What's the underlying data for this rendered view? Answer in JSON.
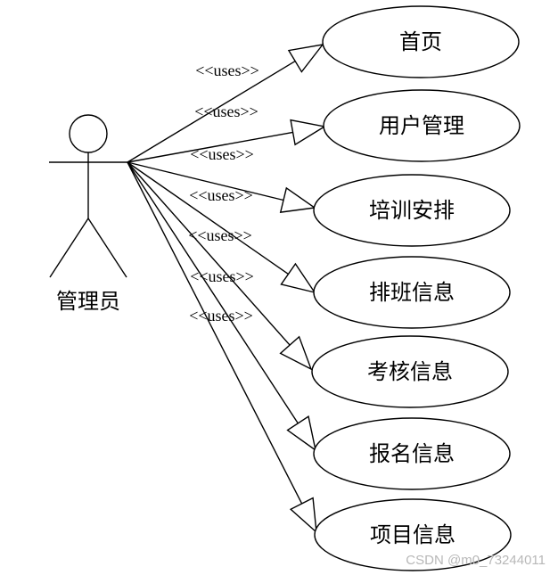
{
  "diagram": {
    "type": "use-case",
    "actor": {
      "label": "管理员"
    },
    "stereotype": "<<uses>>",
    "use_cases": [
      "首页",
      "用户管理",
      "培训安排",
      "排班信息",
      "考核信息",
      "报名信息",
      "项目信息"
    ]
  },
  "watermark": "CSDN @m0_73244011"
}
